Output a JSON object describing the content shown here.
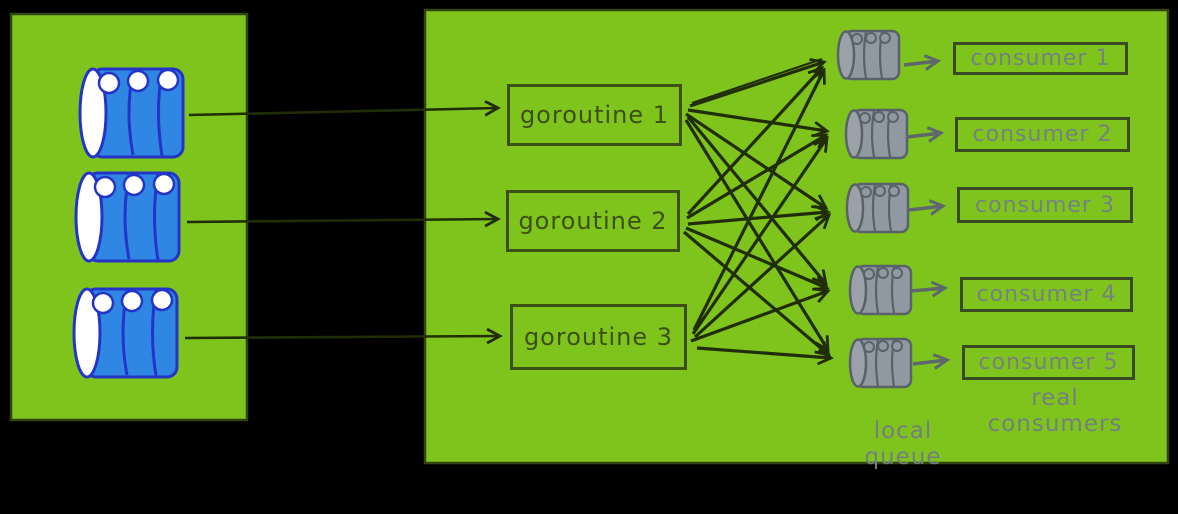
{
  "diagram": {
    "goroutines": [
      {
        "label": "goroutine 1"
      },
      {
        "label": "goroutine 2"
      },
      {
        "label": "goroutine 3"
      }
    ],
    "consumers": [
      {
        "label": "consumer 1"
      },
      {
        "label": "consumer 2"
      },
      {
        "label": "consumer 3"
      },
      {
        "label": "consumer 4"
      },
      {
        "label": "consumer 5"
      }
    ],
    "captions": {
      "local_queue": "local queue",
      "real_consumers": "real consumers"
    },
    "icons": {
      "source_barrels": "blue-partition-barrel-icon",
      "local_queue_barrels": "gray-queue-barrel-icon"
    },
    "colors": {
      "background": "#000000",
      "panel_green": "#7ec41d",
      "panel_border": "#34440f",
      "ink_dark_olive": "#212d05",
      "goroutine_ink": "#3d5013",
      "consumer_border": "#3a4a22",
      "gray_text": "#74807f",
      "gray_arrow": "#5d676c",
      "barrel_blue_fill": "#2f86e3",
      "barrel_blue_stroke": "#2334c6",
      "barrel_gray_fill": "#9099a2",
      "barrel_gray_stroke": "#596169"
    }
  }
}
